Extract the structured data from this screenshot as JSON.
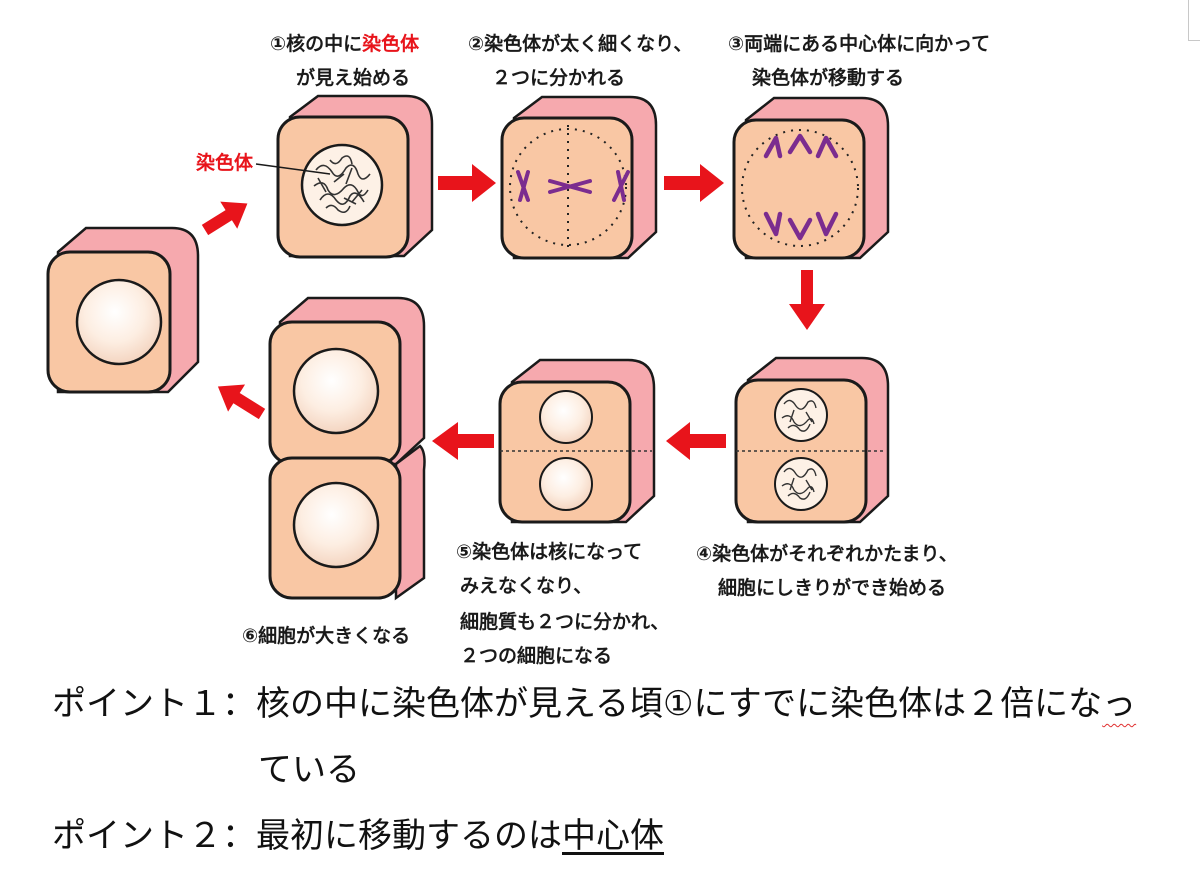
{
  "captions": {
    "step1_a_pre": "①核の中に",
    "step1_a_red": "染色体",
    "step1_b": "が見え始める",
    "step2_a": "②染色体が太く細くなり、",
    "step2_b": "２つに分かれる",
    "step3_a": "③両端にある中心体に向かって",
    "step3_b": "染色体が移動する",
    "step4_a": "④染色体がそれぞれかたまり、",
    "step4_b": "細胞にしきりができ始める",
    "step5_a": "⑤染色体は核になって",
    "step5_b": "みえなくなり、",
    "step5_c": "細胞質も２つに分かれ、",
    "step5_d": "２つの細胞になる",
    "step6": "⑥細胞が大きくなる"
  },
  "chromosome_label": "染色体",
  "points": {
    "p1_a": "ポイント１：核の中に染色体が見える頃①にすでに染色体は２倍にな",
    "p1_wavy": "っ",
    "p1_b": "ている",
    "p2_a": "ポイント２：最初に移動するのは",
    "p2_ul": "中心体"
  },
  "colors": {
    "cell_fill": "#f9c7a4",
    "cell_side": "#f0909a",
    "cell_top": "#f6a9ae",
    "nucleus_fill": "#fdf0e6",
    "chromosome": "#7b2c8f",
    "arrow": "#e8141b",
    "outline": "#1a1a1a"
  }
}
